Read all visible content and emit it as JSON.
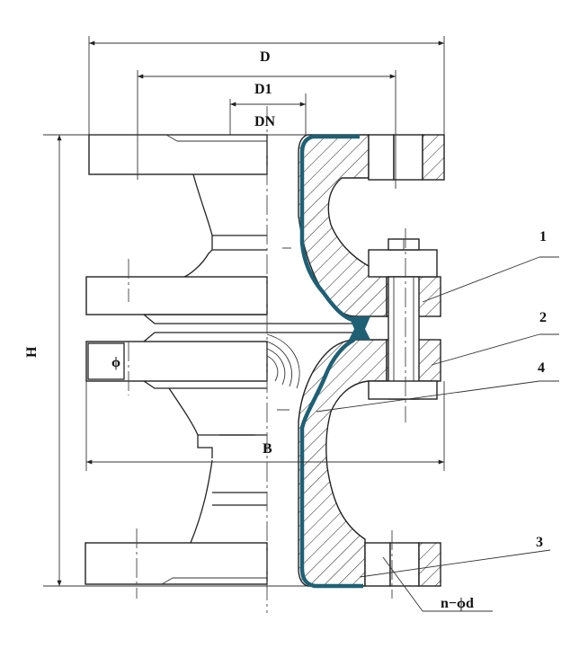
{
  "labels": {
    "D": "D",
    "D1": "D1",
    "DN": "DN",
    "H": "H",
    "B": "B",
    "bolt": "n−ϕd"
  },
  "parts": {
    "p1": "1",
    "p2": "2",
    "p3": "3",
    "p4": "4"
  },
  "symbols": {
    "indicator": "ϕ"
  },
  "colors": {
    "lining": "#1f6075",
    "line": "#222222",
    "background": "#ffffff"
  }
}
